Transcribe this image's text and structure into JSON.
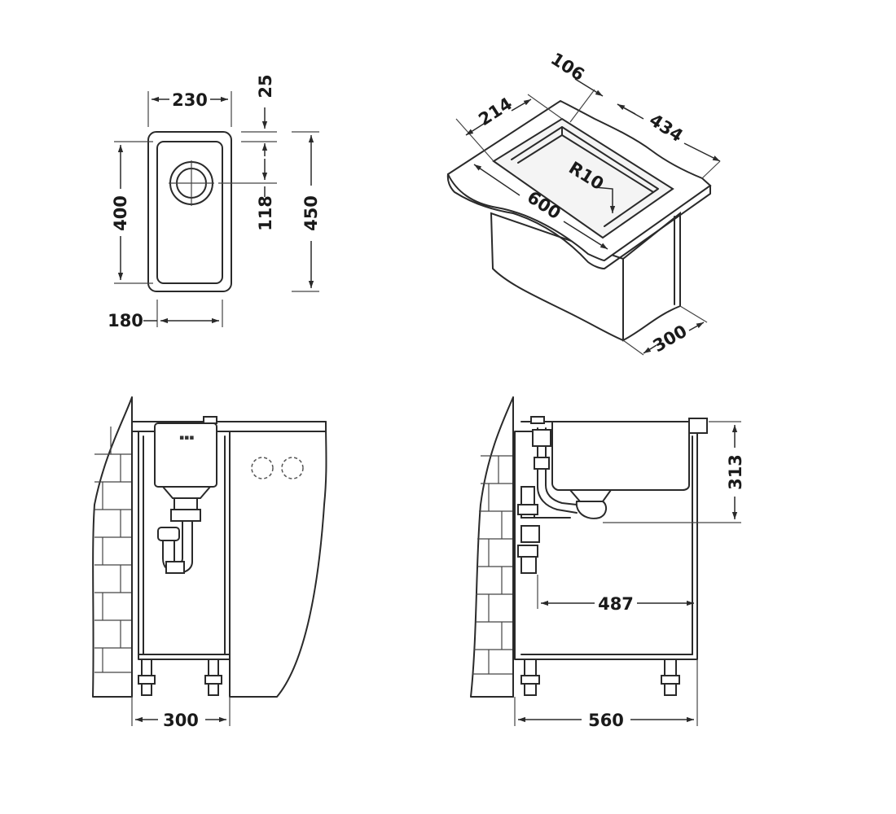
{
  "colors": {
    "line": "#2a2a2a",
    "background": "#ffffff"
  },
  "top_view": {
    "overall_width": "230",
    "bowl_width": "180",
    "bowl_length": "400",
    "overall_length": "450",
    "edge_offset": "25",
    "drain_offset": "118"
  },
  "isometric_view": {
    "offset_106": "106",
    "depth_214": "214",
    "length_434": "434",
    "radius": "R10",
    "worktop_600": "600",
    "cabinet_300": "300"
  },
  "front_view": {
    "cabinet_width": "300"
  },
  "side_view": {
    "height": "313",
    "depth": "487",
    "cabinet_depth": "560"
  }
}
